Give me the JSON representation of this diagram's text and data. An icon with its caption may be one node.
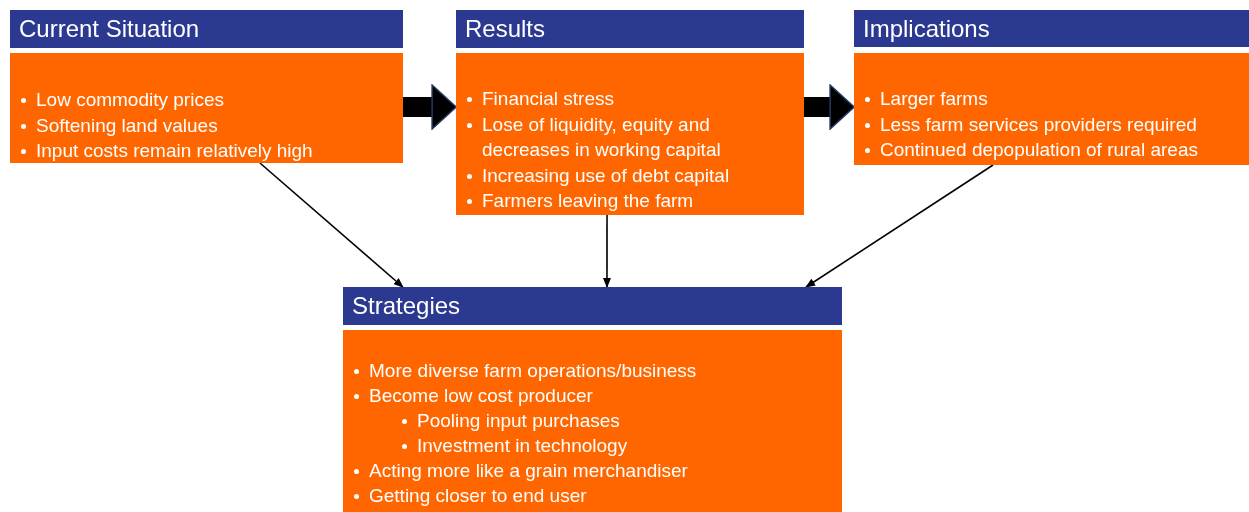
{
  "diagram": {
    "nodes": [
      {
        "text": [
          "Current Situation",
          "Low commodity prices",
          "Softening land values",
          "Input costs remain relatively high"
        ]
      },
      {
        "text": [
          "Results",
          "Financial stress",
          "Lose of liquidity, equity and decreases in working capital",
          "Increasing use of debt capital",
          "Farmers leaving the farm"
        ]
      },
      {
        "text": [
          "Implications",
          "Larger farms",
          "Less farm services providers required",
          "Continued depopulation of rural areas"
        ]
      },
      {
        "text": [
          "Strategies",
          "More diverse farm operations/business",
          "Become low cost producer",
          "Pooling input purchases",
          "Investment in technology",
          "Acting more like a grain merchandiser",
          "Getting closer to end user"
        ]
      }
    ],
    "edges": [
      {
        "from": 0,
        "to": 1,
        "arrow": "to",
        "style": "thick"
      },
      {
        "from": 1,
        "to": 2,
        "arrow": "to",
        "style": "thick"
      },
      {
        "from": 0,
        "to": 3,
        "arrow": "to"
      },
      {
        "from": 1,
        "to": 3,
        "arrow": "to"
      },
      {
        "from": 2,
        "to": 3,
        "arrow": "to"
      }
    ]
  }
}
